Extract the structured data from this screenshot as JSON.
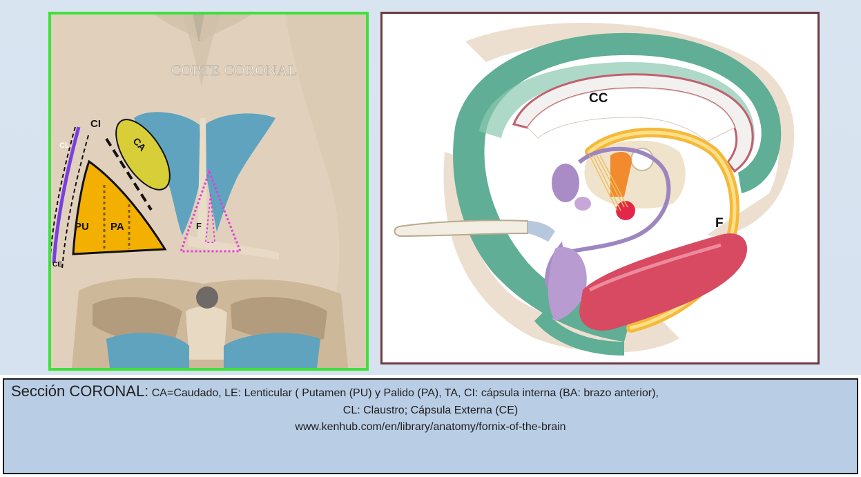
{
  "left_image": {
    "watermark": "CORTE CORONAL",
    "labels": {
      "cl": "CL",
      "ci": "CI",
      "ca": "CA",
      "pu": "PU",
      "pa": "PA",
      "f": "F",
      "ce": "CE"
    },
    "colors": {
      "frame": "#3ee13a",
      "caudate": "#d8cf38",
      "lenticular": "#f4b000",
      "fornix_outline": "#e23fd6",
      "claustrum": "#7a3fe0",
      "ventricle": "#5fa3bf"
    }
  },
  "right_image": {
    "labels": {
      "cc": "CC",
      "f": "F"
    },
    "colors": {
      "frame": "#6f3a3e",
      "cortex": "#5fae95",
      "fornix": "#f5b93a",
      "hippocampus": "#d74a62"
    }
  },
  "caption": {
    "title": "Sección CORONAL:",
    "line1_rest": " CA=Caudado, LE: Lenticular ( Putamen (PU) y Palido (PA), TA, CI: cápsula interna (BA: brazo anterior),",
    "line2": "CL: Claustro; Cápsula Externa (CE)",
    "line3": "www.kenhub.com/en/library/anatomy/fornix-of-the-brain"
  }
}
